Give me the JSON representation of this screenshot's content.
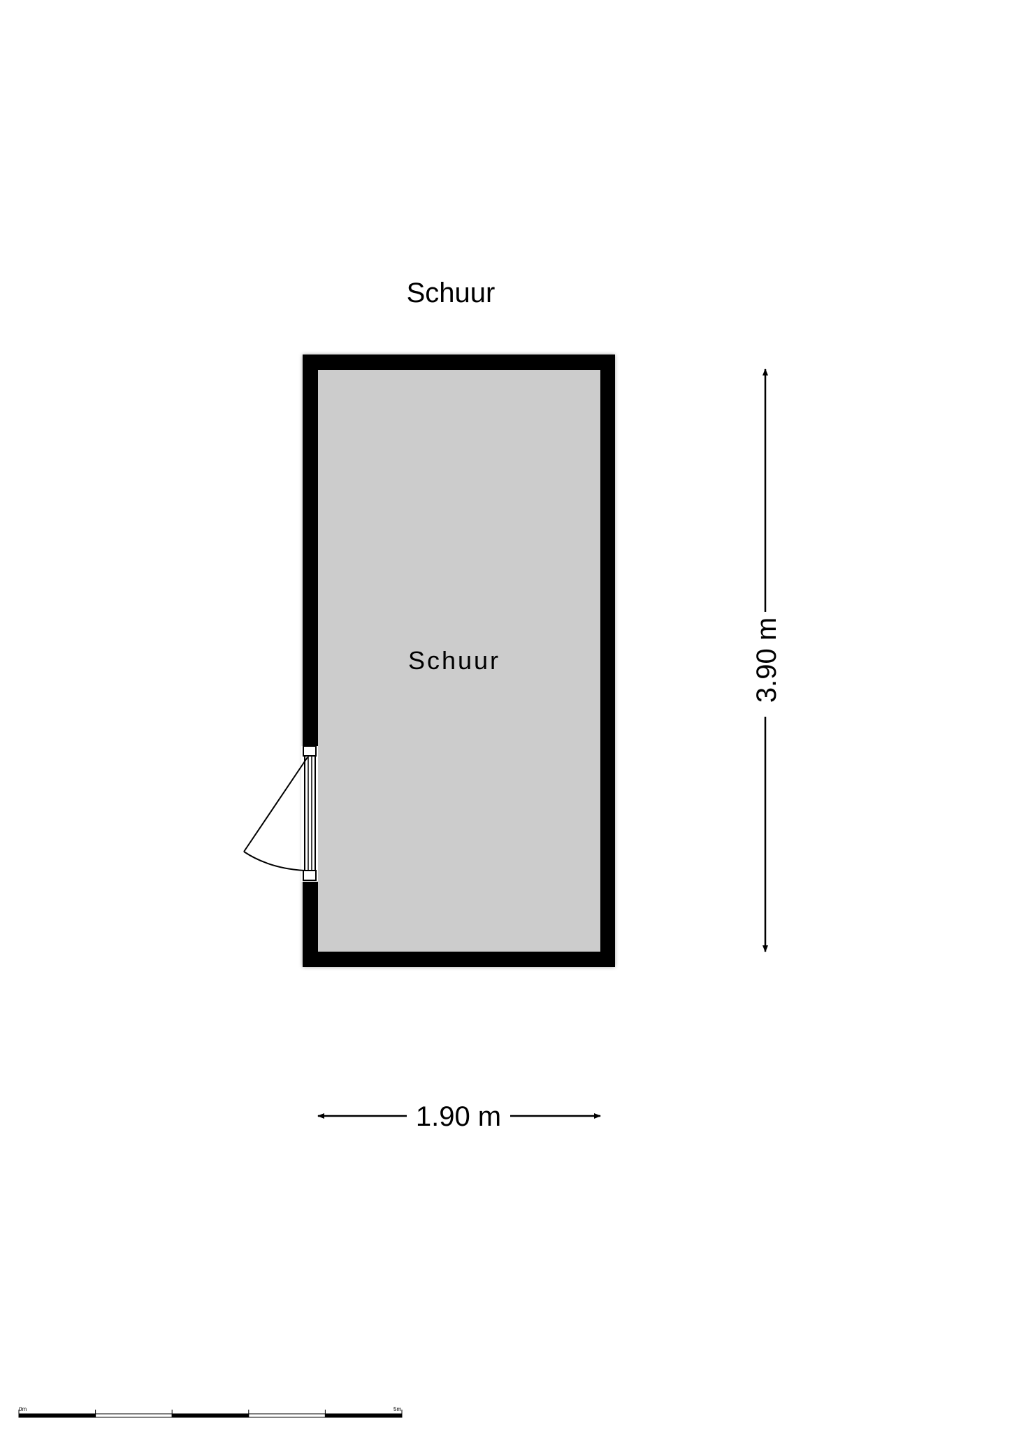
{
  "floor_title": "Schuur",
  "room": {
    "label": "Schuur"
  },
  "dimensions": {
    "height_label": "3.90 m",
    "width_label": "1.90 m"
  },
  "scale_bar": {
    "start_label": "0m",
    "end_label": "5m",
    "segments": 5
  },
  "colors": {
    "wall": "#000000",
    "floor": "#cccccc",
    "background": "#ffffff"
  }
}
